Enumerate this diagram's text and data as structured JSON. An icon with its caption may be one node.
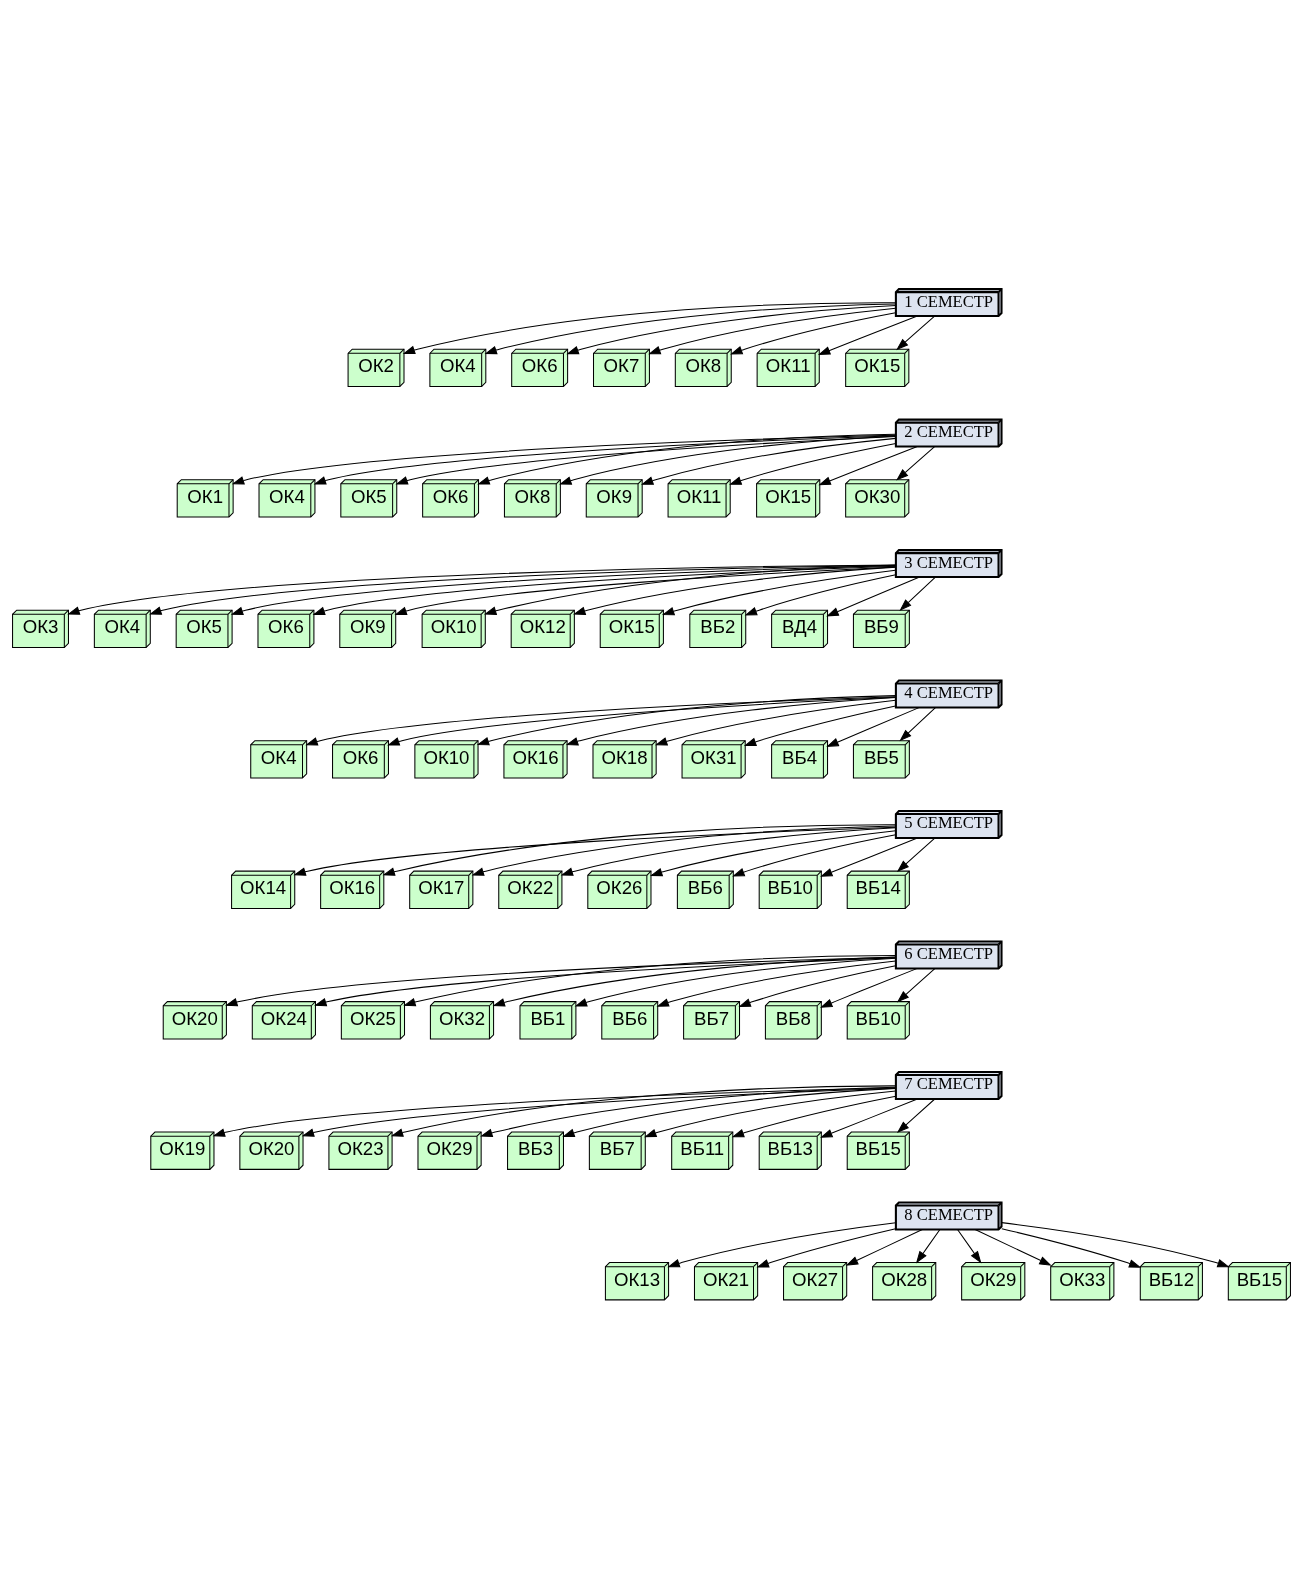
{
  "diagram": {
    "nodes": [
      {
        "text": [
          "1 СЕМЕСТР"
        ]
      },
      {
        "text": [
          "ОК2"
        ]
      },
      {
        "text": [
          "ОК4"
        ]
      },
      {
        "text": [
          "ОК6"
        ]
      },
      {
        "text": [
          "ОК7"
        ]
      },
      {
        "text": [
          "ОК8"
        ]
      },
      {
        "text": [
          "ОК11"
        ]
      },
      {
        "text": [
          "ОК15"
        ]
      },
      {
        "text": [
          "2 СЕМЕСТР"
        ]
      },
      {
        "text": [
          "ОК1"
        ]
      },
      {
        "text": [
          "ОК4"
        ]
      },
      {
        "text": [
          "ОК5"
        ]
      },
      {
        "text": [
          "ОК6"
        ]
      },
      {
        "text": [
          "ОК8"
        ]
      },
      {
        "text": [
          "ОК9"
        ]
      },
      {
        "text": [
          "ОК11"
        ]
      },
      {
        "text": [
          "ОК15"
        ]
      },
      {
        "text": [
          "ОК30"
        ]
      },
      {
        "text": [
          "3 СЕМЕСТР"
        ]
      },
      {
        "text": [
          "ОК3"
        ]
      },
      {
        "text": [
          "ОК4"
        ]
      },
      {
        "text": [
          "ОК5"
        ]
      },
      {
        "text": [
          "ОК6"
        ]
      },
      {
        "text": [
          "ОК9"
        ]
      },
      {
        "text": [
          "ОК10"
        ]
      },
      {
        "text": [
          "ОК12"
        ]
      },
      {
        "text": [
          "ОК15"
        ]
      },
      {
        "text": [
          "ВБ2"
        ]
      },
      {
        "text": [
          "ВД4"
        ]
      },
      {
        "text": [
          "ВБ9"
        ]
      },
      {
        "text": [
          "4 СЕМЕСТР"
        ]
      },
      {
        "text": [
          "ОК4"
        ]
      },
      {
        "text": [
          "ОК6"
        ]
      },
      {
        "text": [
          "ОК10"
        ]
      },
      {
        "text": [
          "ОК16"
        ]
      },
      {
        "text": [
          "ОК18"
        ]
      },
      {
        "text": [
          "ОК31"
        ]
      },
      {
        "text": [
          "ВБ4"
        ]
      },
      {
        "text": [
          "ВБ5"
        ]
      },
      {
        "text": [
          "5 СЕМЕСТР"
        ]
      },
      {
        "text": [
          "ОК14"
        ]
      },
      {
        "text": [
          "ОК16"
        ]
      },
      {
        "text": [
          "ОК17"
        ]
      },
      {
        "text": [
          "ОК22"
        ]
      },
      {
        "text": [
          "ОК26"
        ]
      },
      {
        "text": [
          "ВБ6"
        ]
      },
      {
        "text": [
          "ВБ10"
        ]
      },
      {
        "text": [
          "ВБ14"
        ]
      },
      {
        "text": [
          "6 СЕМЕСТР"
        ]
      },
      {
        "text": [
          "ОК20"
        ]
      },
      {
        "text": [
          "ОК24"
        ]
      },
      {
        "text": [
          "ОК25"
        ]
      },
      {
        "text": [
          "ОК32"
        ]
      },
      {
        "text": [
          "ВБ1"
        ]
      },
      {
        "text": [
          "ВБ6"
        ]
      },
      {
        "text": [
          "ВБ7"
        ]
      },
      {
        "text": [
          "ВБ8"
        ]
      },
      {
        "text": [
          "ВБ10"
        ]
      },
      {
        "text": [
          "7 СЕМЕСТР"
        ]
      },
      {
        "text": [
          "ОК19"
        ]
      },
      {
        "text": [
          "ОК20"
        ]
      },
      {
        "text": [
          "ОК23"
        ]
      },
      {
        "text": [
          "ОК29"
        ]
      },
      {
        "text": [
          "ВБ3"
        ]
      },
      {
        "text": [
          "ВБ7"
        ]
      },
      {
        "text": [
          "ВБ11"
        ]
      },
      {
        "text": [
          "ВБ13"
        ]
      },
      {
        "text": [
          "ВБ15"
        ]
      },
      {
        "text": [
          "8 СЕМЕСТР"
        ]
      },
      {
        "text": [
          "ОК13"
        ]
      },
      {
        "text": [
          "ОК21"
        ]
      },
      {
        "text": [
          "ОК27"
        ]
      },
      {
        "text": [
          "ОК28"
        ]
      },
      {
        "text": [
          "ОК29"
        ]
      },
      {
        "text": [
          "ОК33"
        ]
      },
      {
        "text": [
          "ВБ12"
        ]
      },
      {
        "text": [
          "ВБ15"
        ]
      }
    ],
    "edges": [
      {
        "from": 0,
        "to": 1,
        "arrow": "to"
      },
      {
        "from": 0,
        "to": 2,
        "arrow": "to"
      },
      {
        "from": 0,
        "to": 3,
        "arrow": "to"
      },
      {
        "from": 0,
        "to": 4,
        "arrow": "to"
      },
      {
        "from": 0,
        "to": 5,
        "arrow": "to"
      },
      {
        "from": 0,
        "to": 6,
        "arrow": "to"
      },
      {
        "from": 0,
        "to": 7,
        "arrow": "to"
      },
      {
        "from": 8,
        "to": 9,
        "arrow": "to"
      },
      {
        "from": 8,
        "to": 10,
        "arrow": "to"
      },
      {
        "from": 8,
        "to": 11,
        "arrow": "to"
      },
      {
        "from": 8,
        "to": 12,
        "arrow": "to"
      },
      {
        "from": 8,
        "to": 13,
        "arrow": "to"
      },
      {
        "from": 8,
        "to": 14,
        "arrow": "to"
      },
      {
        "from": 8,
        "to": 15,
        "arrow": "to"
      },
      {
        "from": 8,
        "to": 16,
        "arrow": "to"
      },
      {
        "from": 8,
        "to": 17,
        "arrow": "to"
      },
      {
        "from": 18,
        "to": 19,
        "arrow": "to"
      },
      {
        "from": 18,
        "to": 20,
        "arrow": "to"
      },
      {
        "from": 18,
        "to": 21,
        "arrow": "to"
      },
      {
        "from": 18,
        "to": 22,
        "arrow": "to"
      },
      {
        "from": 18,
        "to": 23,
        "arrow": "to"
      },
      {
        "from": 18,
        "to": 24,
        "arrow": "to"
      },
      {
        "from": 18,
        "to": 25,
        "arrow": "to"
      },
      {
        "from": 18,
        "to": 26,
        "arrow": "to"
      },
      {
        "from": 18,
        "to": 27,
        "arrow": "to"
      },
      {
        "from": 18,
        "to": 28,
        "arrow": "to"
      },
      {
        "from": 18,
        "to": 29,
        "arrow": "to"
      },
      {
        "from": 30,
        "to": 31,
        "arrow": "to"
      },
      {
        "from": 30,
        "to": 32,
        "arrow": "to"
      },
      {
        "from": 30,
        "to": 33,
        "arrow": "to"
      },
      {
        "from": 30,
        "to": 34,
        "arrow": "to"
      },
      {
        "from": 30,
        "to": 35,
        "arrow": "to"
      },
      {
        "from": 30,
        "to": 36,
        "arrow": "to"
      },
      {
        "from": 30,
        "to": 37,
        "arrow": "to"
      },
      {
        "from": 30,
        "to": 38,
        "arrow": "to"
      },
      {
        "from": 39,
        "to": 40,
        "arrow": "to"
      },
      {
        "from": 39,
        "to": 41,
        "arrow": "to"
      },
      {
        "from": 39,
        "to": 42,
        "arrow": "to"
      },
      {
        "from": 39,
        "to": 43,
        "arrow": "to"
      },
      {
        "from": 39,
        "to": 44,
        "arrow": "to"
      },
      {
        "from": 39,
        "to": 45,
        "arrow": "to"
      },
      {
        "from": 39,
        "to": 46,
        "arrow": "to"
      },
      {
        "from": 39,
        "to": 47,
        "arrow": "to"
      },
      {
        "from": 48,
        "to": 49,
        "arrow": "to"
      },
      {
        "from": 48,
        "to": 50,
        "arrow": "to"
      },
      {
        "from": 48,
        "to": 51,
        "arrow": "to"
      },
      {
        "from": 48,
        "to": 52,
        "arrow": "to"
      },
      {
        "from": 48,
        "to": 53,
        "arrow": "to"
      },
      {
        "from": 48,
        "to": 54,
        "arrow": "to"
      },
      {
        "from": 48,
        "to": 55,
        "arrow": "to"
      },
      {
        "from": 48,
        "to": 56,
        "arrow": "to"
      },
      {
        "from": 48,
        "to": 57,
        "arrow": "to"
      },
      {
        "from": 58,
        "to": 59,
        "arrow": "to"
      },
      {
        "from": 58,
        "to": 60,
        "arrow": "to"
      },
      {
        "from": 58,
        "to": 61,
        "arrow": "to"
      },
      {
        "from": 58,
        "to": 62,
        "arrow": "to"
      },
      {
        "from": 58,
        "to": 63,
        "arrow": "to"
      },
      {
        "from": 58,
        "to": 64,
        "arrow": "to"
      },
      {
        "from": 58,
        "to": 65,
        "arrow": "to"
      },
      {
        "from": 58,
        "to": 66,
        "arrow": "to"
      },
      {
        "from": 58,
        "to": 67,
        "arrow": "to"
      },
      {
        "from": 68,
        "to": 69,
        "arrow": "to"
      },
      {
        "from": 68,
        "to": 70,
        "arrow": "to"
      },
      {
        "from": 68,
        "to": 71,
        "arrow": "to"
      },
      {
        "from": 68,
        "to": 72,
        "arrow": "to"
      },
      {
        "from": 68,
        "to": 73,
        "arrow": "to"
      },
      {
        "from": 68,
        "to": 74,
        "arrow": "to"
      },
      {
        "from": 68,
        "to": 75,
        "arrow": "to"
      },
      {
        "from": 68,
        "to": 76,
        "arrow": "to"
      }
    ]
  }
}
